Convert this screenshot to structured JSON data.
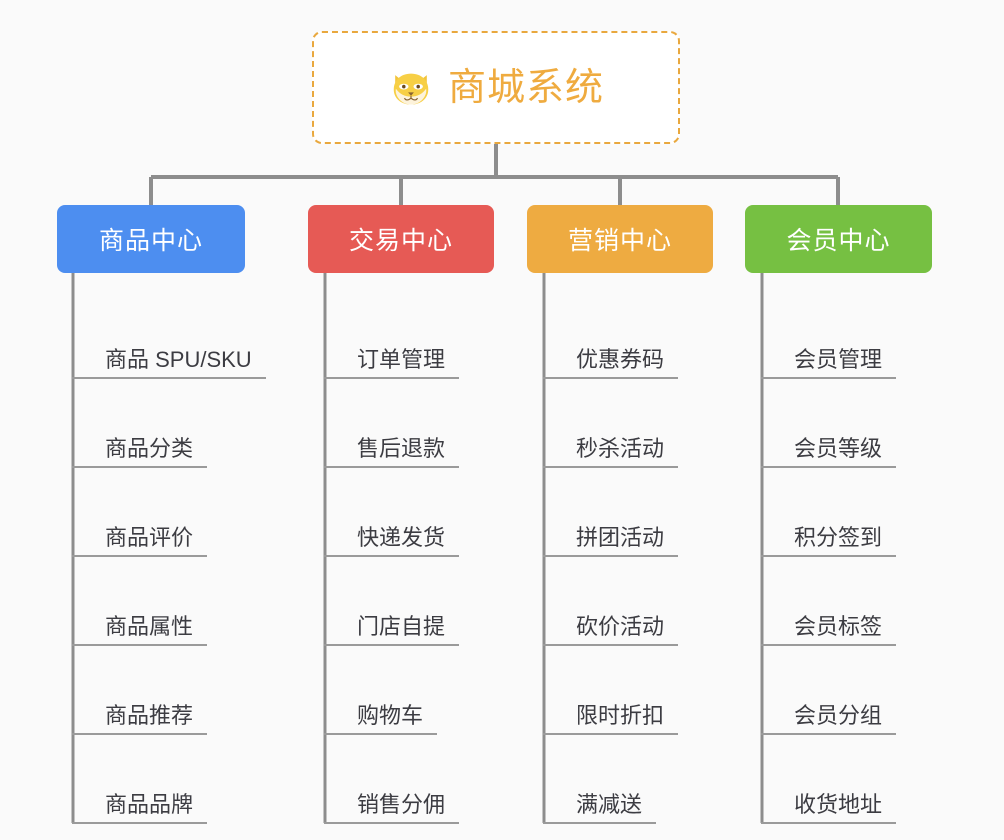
{
  "page": {
    "background_color": "#fafafa",
    "diagram_type": "org-chart"
  },
  "root": {
    "title": "商城系统",
    "icon": "shiba-dog-face-icon",
    "text_color": "#efab3f",
    "border_color": "#e9a83e",
    "background_color": "#ffffff"
  },
  "connector_color": "#8d8d8d",
  "categories": [
    {
      "label": "商品中心",
      "color": "#4d8ef0",
      "items": [
        "商品 SPU/SKU",
        "商品分类",
        "商品评价",
        "商品属性",
        "商品推荐",
        "商品品牌"
      ]
    },
    {
      "label": "交易中心",
      "color": "#e65a55",
      "items": [
        "订单管理",
        "售后退款",
        "快递发货",
        "门店自提",
        "购物车",
        "销售分佣"
      ]
    },
    {
      "label": "营销中心",
      "color": "#eeab41",
      "items": [
        "优惠券码",
        "秒杀活动",
        "拼团活动",
        "砍价活动",
        "限时折扣",
        "满减送"
      ]
    },
    {
      "label": "会员中心",
      "color": "#76c042",
      "items": [
        "会员管理",
        "会员等级",
        "积分签到",
        "会员标签",
        "会员分组",
        "收货地址"
      ]
    }
  ]
}
